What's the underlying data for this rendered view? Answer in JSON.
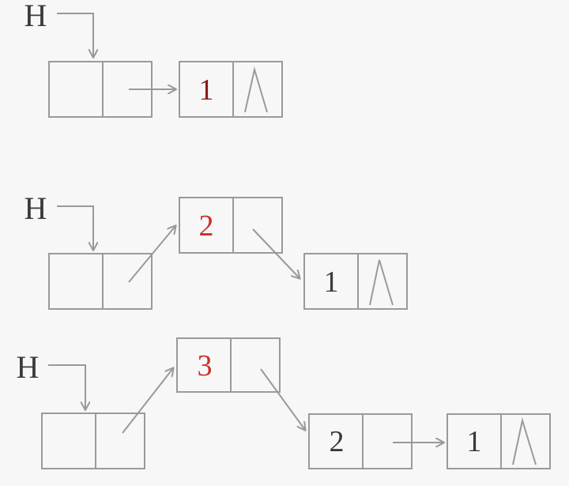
{
  "colors": {
    "head": "#3a3a3a",
    "value": "#3a3a3a",
    "new_value_step1": "#8b1a1a",
    "new_value": "#c9302c",
    "line": "#9a9a9a"
  },
  "steps": [
    {
      "head_label": "H",
      "nodes": [
        {
          "value": "",
          "is_head": true
        },
        {
          "value": "1",
          "is_new": true,
          "is_null": true
        }
      ]
    },
    {
      "head_label": "H",
      "nodes": [
        {
          "value": "",
          "is_head": true
        },
        {
          "value": "2",
          "is_new": true
        },
        {
          "value": "1",
          "is_null": true
        }
      ]
    },
    {
      "head_label": "H",
      "nodes": [
        {
          "value": "",
          "is_head": true
        },
        {
          "value": "3",
          "is_new": true
        },
        {
          "value": "2"
        },
        {
          "value": "1",
          "is_null": true
        }
      ]
    }
  ]
}
